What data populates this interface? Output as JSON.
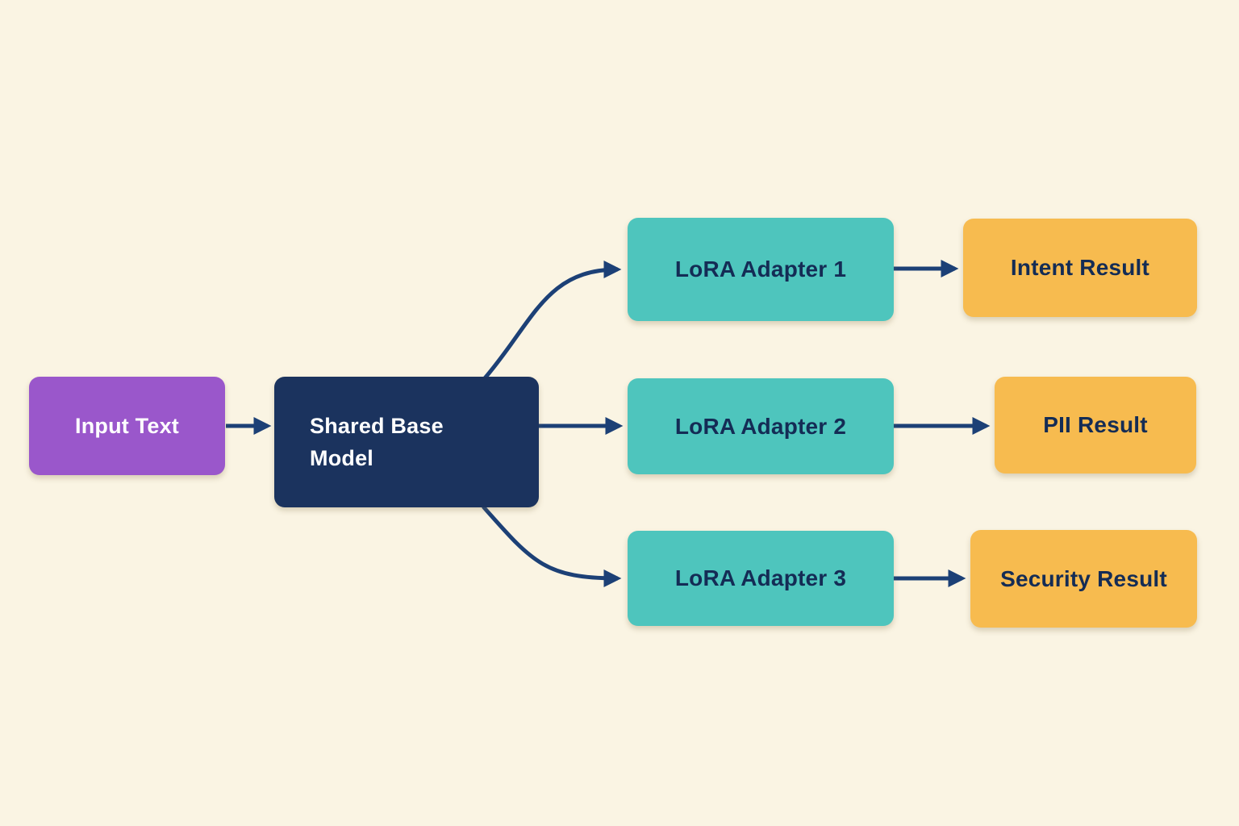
{
  "colors": {
    "background": "#faf4e3",
    "arrow": "#1c4076",
    "node_input_bg": "#9a57cb",
    "node_base_bg": "#1b335e",
    "node_adapter_bg": "#4ec5bd",
    "node_result_bg": "#f7bb4f",
    "text_light": "#ffffff",
    "text_dark": "#142c55"
  },
  "nodes": {
    "input": {
      "label": "Input Text"
    },
    "base": {
      "label": "Shared Base Model"
    },
    "adapter1": {
      "label": "LoRA Adapter 1"
    },
    "adapter2": {
      "label": "LoRA Adapter 2"
    },
    "adapter3": {
      "label": "LoRA Adapter 3"
    },
    "result1": {
      "label": "Intent Result"
    },
    "result2": {
      "label": "PII Result"
    },
    "result3": {
      "label": "Security Result"
    }
  },
  "edges": [
    {
      "from": "input",
      "to": "base"
    },
    {
      "from": "base",
      "to": "adapter1"
    },
    {
      "from": "base",
      "to": "adapter2"
    },
    {
      "from": "base",
      "to": "adapter3"
    },
    {
      "from": "adapter1",
      "to": "result1"
    },
    {
      "from": "adapter2",
      "to": "result2"
    },
    {
      "from": "adapter3",
      "to": "result3"
    }
  ]
}
